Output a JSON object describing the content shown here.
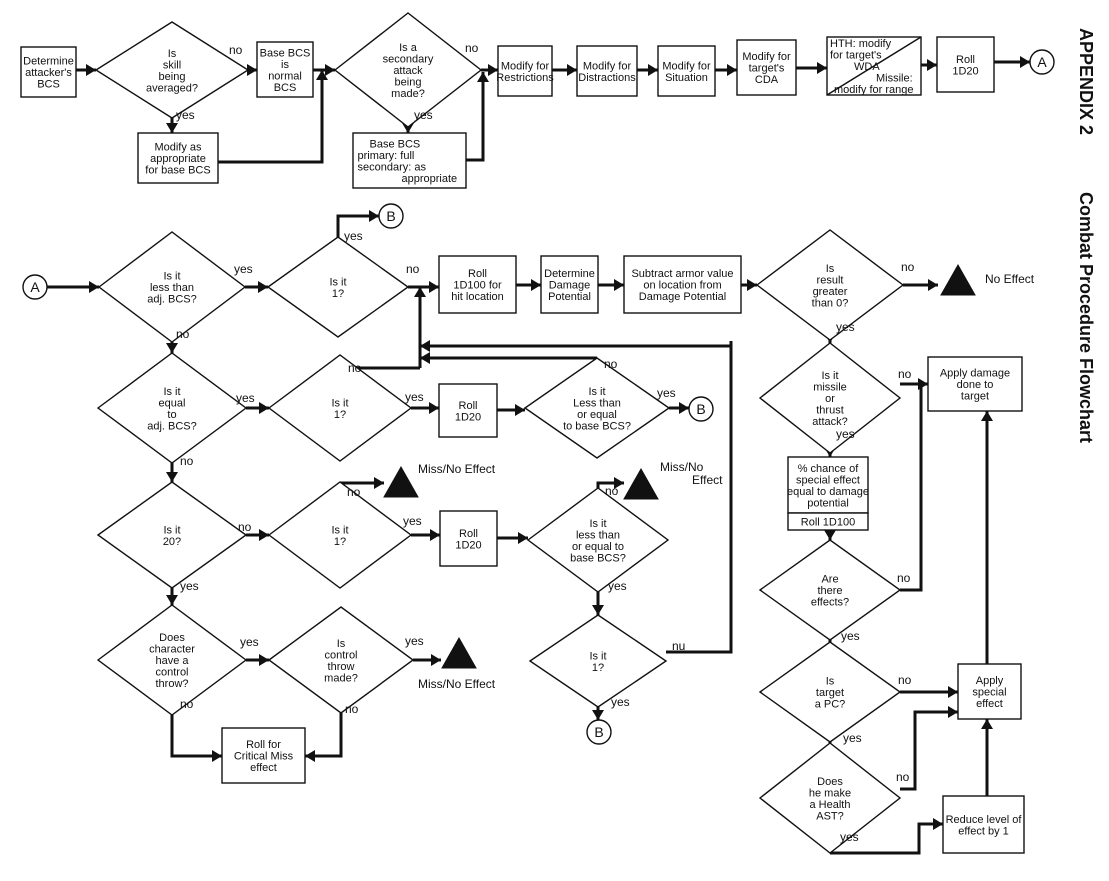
{
  "side": {
    "appendix": "APPENDIX 2",
    "title": "Combat Procedure Flowchart"
  },
  "connectors": {
    "a": "A",
    "b": "B"
  },
  "outcomes": {
    "no_effect": "No Effect",
    "miss_no_effect": "Miss/No Effect",
    "miss_no": "Miss/No",
    "effect": "Effect"
  },
  "edge_labels": {
    "yes": "yes",
    "no": "no",
    "no_alt": "nu"
  },
  "nodes": {
    "n1": [
      "Determine",
      "attacker's",
      "BCS"
    ],
    "n2": [
      "Is",
      "skill",
      "being",
      "averaged?"
    ],
    "n3": [
      "Modify as",
      "appropriate",
      "for base BCS"
    ],
    "n4": [
      "Base BCS",
      "is",
      "normal",
      "BCS"
    ],
    "n5": [
      "Is a",
      "secondary",
      "attack",
      "being",
      "made?"
    ],
    "n6": [
      "Base BCS",
      "primary: full",
      "secondary: as",
      "appropriate"
    ],
    "n7": [
      "Modify for",
      "Restrictions"
    ],
    "n8": [
      "Modify for",
      "Distractions"
    ],
    "n9": [
      "Modify for",
      "Situation"
    ],
    "n10": [
      "Modify for",
      "target's",
      "CDA"
    ],
    "n11": [
      "HTH: modify",
      "for target's",
      "WDA",
      "Missile:",
      "modify for range"
    ],
    "n12": [
      "Roll",
      "1D20"
    ],
    "d1": [
      "Is it",
      "less than",
      "adj. BCS?"
    ],
    "d2": [
      "Is it",
      "1?"
    ],
    "r1": [
      "Roll",
      "1D100 for",
      "hit location"
    ],
    "r2": [
      "Determine",
      "Damage",
      "Potential"
    ],
    "r3": [
      "Subtract armor value",
      "on location from",
      "Damage Potential"
    ],
    "d3": [
      "Is",
      "result",
      "greater",
      "than 0?"
    ],
    "d4": [
      "Is it",
      "equal",
      "to",
      "adj. BCS?"
    ],
    "d5": [
      "Is it",
      "1?"
    ],
    "r4": [
      "Roll",
      "1D20"
    ],
    "d6": [
      "Is it",
      "Less than",
      "or equal",
      "to base BCS?"
    ],
    "d7": [
      "Is it",
      "20?"
    ],
    "d8": [
      "Is it",
      "1?"
    ],
    "r5": [
      "Roll",
      "1D20"
    ],
    "d9": [
      "Is it",
      "less than",
      "or equal to",
      "base BCS?"
    ],
    "d10": [
      "Is it",
      "1?"
    ],
    "d11": [
      "Does",
      "character",
      "have a",
      "control",
      "throw?"
    ],
    "d12": [
      "Is",
      "control",
      "throw",
      "made?"
    ],
    "r6": [
      "Roll for",
      "Critical Miss",
      "effect"
    ],
    "d13": [
      "Is it",
      "missile",
      "or",
      "thrust",
      "attack?"
    ],
    "r7": [
      "% chance of",
      "special effect",
      "equal to damage",
      "potential"
    ],
    "r7b": [
      "Roll 1D100"
    ],
    "d14": [
      "Are",
      "there",
      "effects?"
    ],
    "d15": [
      "Is",
      "target",
      "a PC?"
    ],
    "d16": [
      "Does",
      "he make",
      "a Health",
      "AST?"
    ],
    "r8": [
      "Apply damage",
      "done to",
      "target"
    ],
    "r9": [
      "Apply",
      "special",
      "effect"
    ],
    "r10": [
      "Reduce level of",
      "effect by 1"
    ]
  }
}
